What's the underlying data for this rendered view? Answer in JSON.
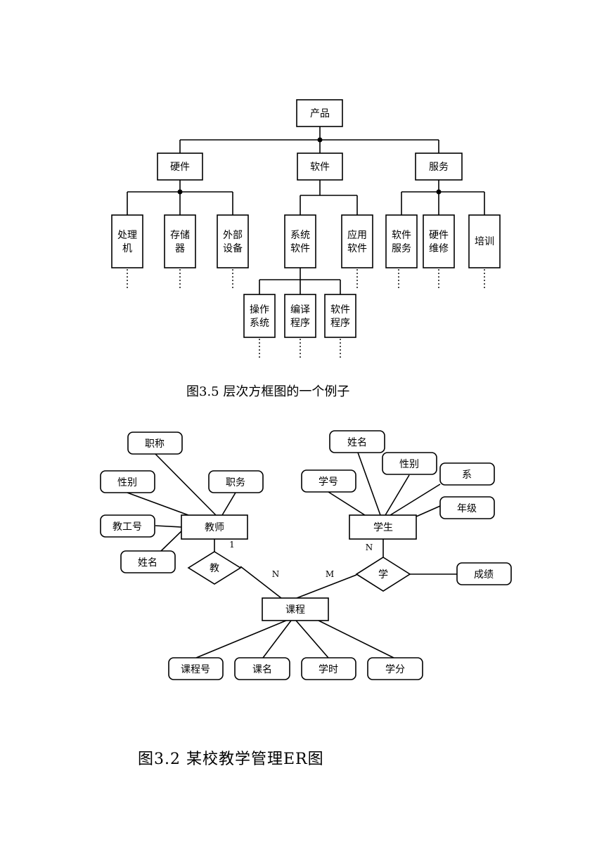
{
  "hierarchy": {
    "root": "产品",
    "level1": [
      "硬件",
      "软件",
      "服务"
    ],
    "hardware_children": [
      [
        "处理",
        "机"
      ],
      [
        "存储",
        "器"
      ],
      [
        "外部",
        "设备"
      ]
    ],
    "software_children": [
      [
        "系统",
        "软件"
      ],
      [
        "应用",
        "软件"
      ]
    ],
    "service_children": [
      [
        "软件",
        "服务"
      ],
      [
        "硬件",
        "维修"
      ],
      [
        "培训"
      ]
    ],
    "system_software_children": [
      [
        "操作",
        "系统"
      ],
      [
        "编译",
        "程序"
      ],
      [
        "软件",
        "程序"
      ]
    ],
    "caption": "图3.5 层次方框图的一个例子"
  },
  "er": {
    "entities": {
      "teacher": "教师",
      "student": "学生",
      "course": "课程"
    },
    "relationships": {
      "teach": "教",
      "learn": "学"
    },
    "teacher_attrs": {
      "title": "职称",
      "gender": "性别",
      "post": "职务",
      "id": "教工号",
      "name": "姓名"
    },
    "student_attrs": {
      "name": "姓名",
      "gender": "性别",
      "id": "学号",
      "dept": "系",
      "grade": "年级"
    },
    "learn_attr": "成绩",
    "course_attrs": [
      "课程号",
      "课名",
      "学时",
      "学分"
    ],
    "cardinality": {
      "teacher_side": "1",
      "teach_course": "N",
      "learn_course": "M",
      "student_side": "N"
    },
    "caption": "图3.2 某校教学管理ER图"
  }
}
